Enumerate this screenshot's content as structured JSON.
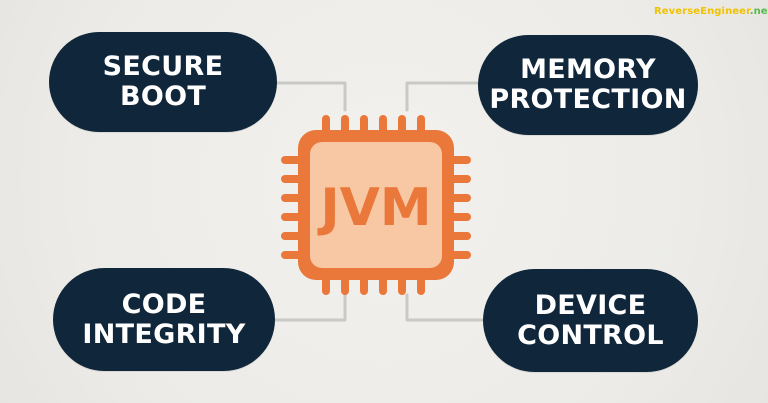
{
  "watermark": {
    "name": "ReverseEngineer",
    "tld": ".net"
  },
  "center": {
    "label": "JVM",
    "color": "#e9783a"
  },
  "features": [
    {
      "line1": "SECURE",
      "line2": "BOOT"
    },
    {
      "line1": "MEMORY",
      "line2": "PROTECTION"
    },
    {
      "line1": "CODE",
      "line2": "INTEGRITY"
    },
    {
      "line1": "DEVICE",
      "line2": "CONTROL"
    }
  ],
  "colors": {
    "pill_bg": "#10263a",
    "pill_text": "#ffffff",
    "connector": "#c9c9c6",
    "background": "#efede9",
    "chip_fill": "#f8c7a3",
    "chip_stroke": "#e9783a"
  }
}
